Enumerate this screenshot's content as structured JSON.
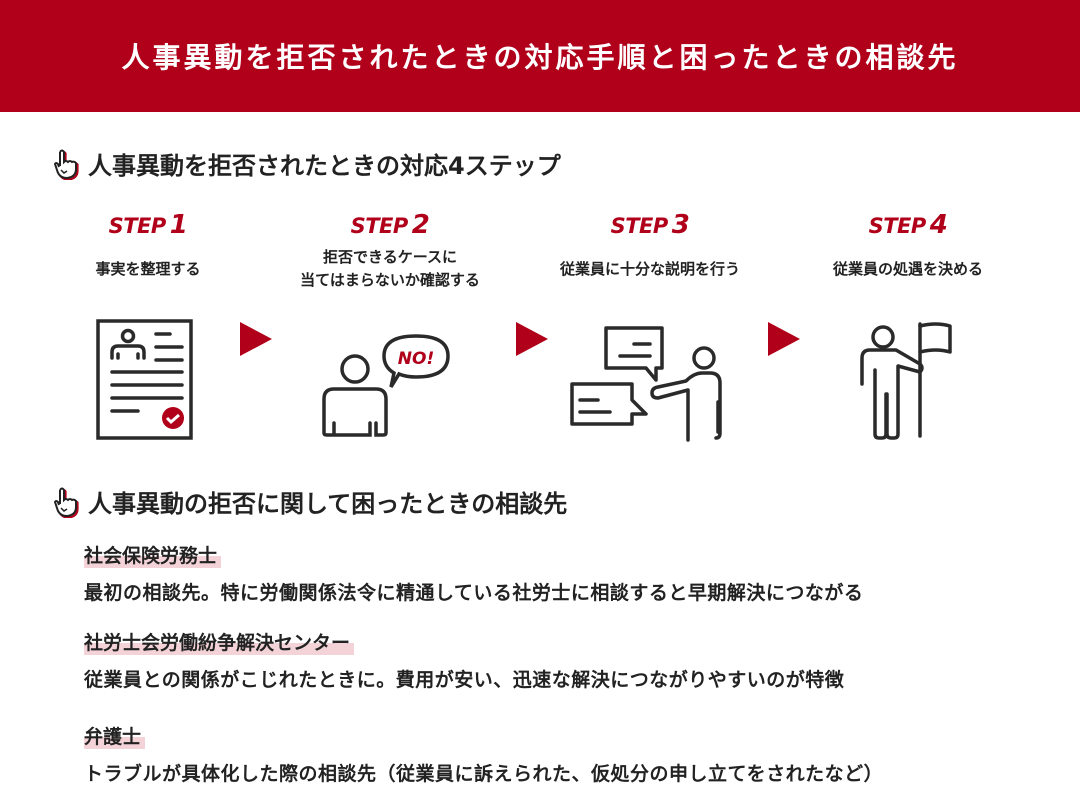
{
  "header": {
    "title": "人事異動を拒否されたときの対応手順と困ったときの相談先"
  },
  "section1": {
    "title": "人事異動を拒否されたときの対応4ステップ"
  },
  "steps": [
    {
      "label": "STEP",
      "num": "1",
      "lines": [
        "事実を整理する"
      ]
    },
    {
      "label": "STEP",
      "num": "2",
      "lines": [
        "拒否できるケースに",
        "当てはまらないか確認する"
      ]
    },
    {
      "label": "STEP",
      "num": "3",
      "lines": [
        "従業員に十分な説明を行う"
      ]
    },
    {
      "label": "STEP",
      "num": "4",
      "lines": [
        "従業員の処遇を決める"
      ]
    }
  ],
  "icons": {
    "no_bubble": "NO!"
  },
  "section2": {
    "title": "人事異動の拒否に関して困ったときの相談先"
  },
  "consultants": [
    {
      "title": "社会保険労務士",
      "desc": "最初の相談先。特に労働関係法令に精通している社労士に相談すると早期解決につながる"
    },
    {
      "title": "社労士会労働紛争解決センター",
      "desc": "従業員との関係がこじれたときに。費用が安い、迅速な解決につながりやすいのが特徴"
    },
    {
      "title": "弁護士",
      "desc": "トラブルが具体化した際の相談先（従業員に訴えられた、仮処分の申し立てをされたなど）"
    }
  ],
  "colors": {
    "accent": "#b0001a",
    "highlight": "#f3d3d8",
    "text": "#222222"
  }
}
